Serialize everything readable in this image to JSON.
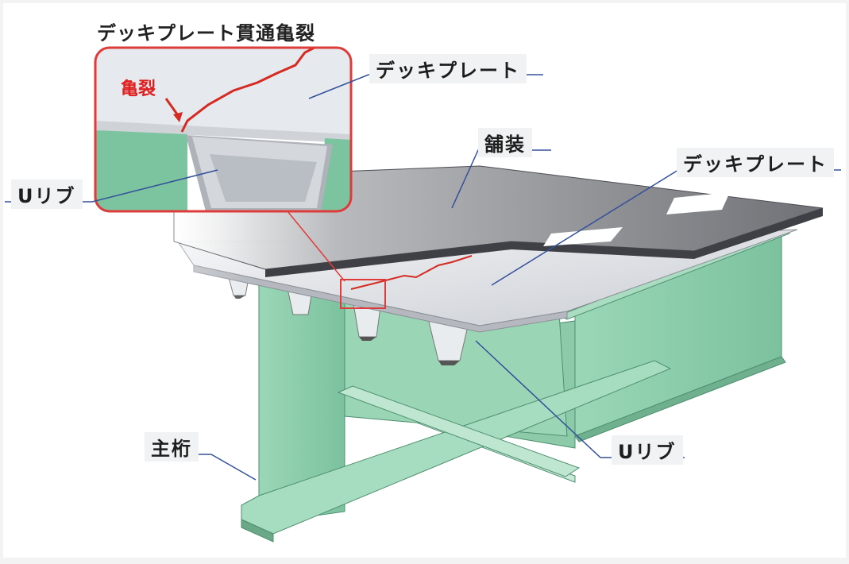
{
  "title": "デッキプレート貫通亀裂",
  "labels": {
    "crack": "亀裂",
    "deck_plate_inset": "デッキプレート",
    "u_rib_inset": "Uリブ",
    "pavement": "舗装",
    "deck_plate_main": "デッキプレート",
    "u_rib_main": "Uリブ",
    "main_girder": "主桁"
  },
  "colors": {
    "girder": "#8fd0ae",
    "girder_shadow": "#5fae8a",
    "deck": "#d9dde2",
    "pavement": "#8a8c90",
    "crack": "#d42a22",
    "inset_border": "#e03b3b",
    "leader": "#33509a"
  }
}
